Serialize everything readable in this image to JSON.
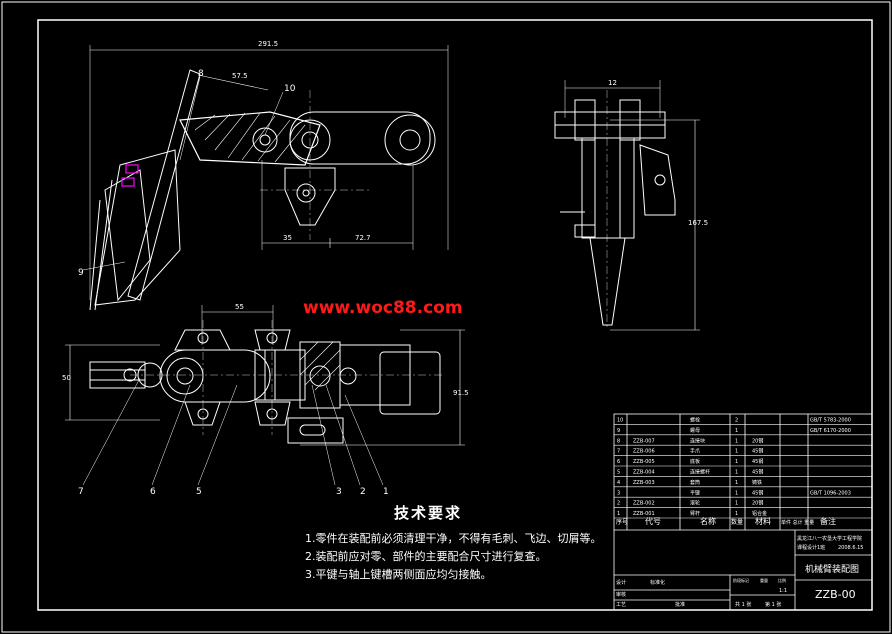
{
  "colors": {
    "background": "#000000",
    "frame": "#ffffff",
    "watermark": "#ff1a1a",
    "accent": "#ff00ff",
    "dims": "#ffffff"
  },
  "dims": {
    "d1": "291.5",
    "d2": "57.5",
    "d3": "35",
    "d4": "72.7",
    "d5": "55",
    "d6": "50",
    "d7": "91.5",
    "d8": "12",
    "d9": "167.5"
  },
  "part_labels": {
    "p8": "8",
    "p10": "10",
    "p9": "9",
    "p7": "7",
    "p6": "6",
    "p5": "5",
    "p3": "3",
    "p2": "2",
    "p1": "1"
  },
  "watermark": "www.woc88.com",
  "tech_requirements": {
    "title": "技术要求",
    "lines": [
      "1.零件在装配前必须清理干净，不得有毛刺、飞边、切屑等。",
      "2.装配前应对零、部件的主要配合尺寸进行复查。",
      "3.平键与轴上键槽两侧面应均匀接触。"
    ]
  },
  "bom": {
    "headers": {
      "no": "序号",
      "code": "代号",
      "name": "名称",
      "qty": "数量",
      "material": "材料",
      "weight": "单件 总计 重量",
      "remark": "备注"
    },
    "rows": [
      {
        "no": "10",
        "code": "",
        "name": "螺栓",
        "qty": "2",
        "material": "",
        "remark": "GB/T 5783-2000"
      },
      {
        "no": "9",
        "code": "",
        "name": "螺母",
        "qty": "1",
        "material": "",
        "remark": "GB/T 6170-2000"
      },
      {
        "no": "8",
        "code": "ZZB-007",
        "name": "连接块",
        "qty": "1",
        "material": "20钢",
        "remark": ""
      },
      {
        "no": "7",
        "code": "ZZB-006",
        "name": "手爪",
        "qty": "1",
        "material": "45钢",
        "remark": ""
      },
      {
        "no": "6",
        "code": "ZZB-005",
        "name": "底板",
        "qty": "1",
        "material": "45钢",
        "remark": ""
      },
      {
        "no": "5",
        "code": "ZZB-004",
        "name": "连接螺杆",
        "qty": "1",
        "material": "45钢",
        "remark": ""
      },
      {
        "no": "4",
        "code": "ZZB-003",
        "name": "套筒",
        "qty": "1",
        "material": "铸铁",
        "remark": ""
      },
      {
        "no": "3",
        "code": "",
        "name": "平键",
        "qty": "1",
        "material": "45钢",
        "remark": "GB/T 1096-2003"
      },
      {
        "no": "2",
        "code": "ZZB-002",
        "name": "滚轮",
        "qty": "1",
        "material": "20钢",
        "remark": ""
      },
      {
        "no": "1",
        "code": "ZZB-001",
        "name": "臂杆",
        "qty": "1",
        "material": "铝合金",
        "remark": ""
      }
    ]
  },
  "title_block": {
    "school": "黑龙江八一农垦大学工程学院",
    "course": "课程设计1班",
    "date_code": "2008.6.15",
    "drawing_name": "机械臂装配图",
    "drawing_no": "ZZB-00",
    "scale": "1:1",
    "sheets": "共 1 张",
    "sheet_no": "第 1 张",
    "roles": {
      "designer": "设计",
      "checker": "审核",
      "craft": "工艺",
      "approve": "批准",
      "std": "标准化"
    },
    "stage": "阶段标记",
    "weight": "重量",
    "ratio": "比例"
  }
}
